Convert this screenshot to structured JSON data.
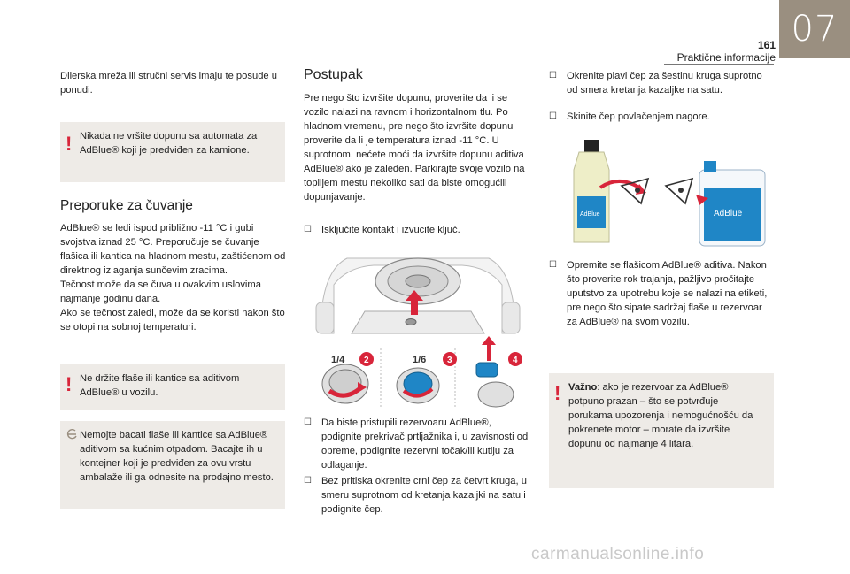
{
  "header": {
    "chapter_number": "07",
    "page_number": "161",
    "chapter_title": "Praktične informacije"
  },
  "col1": {
    "intro": "Dilerska mreža ili stručni servis imaju te posude u ponudi.",
    "warning1": "Nikada ne vršite dopunu sa automata za AdBlue® koji je predviđen za kamione.",
    "heading": "Preporuke za čuvanje",
    "storage_text": [
      "AdBlue® se ledi ispod približno -11 °C i gubi svojstva iznad 25 °C. Preporučuje se čuvanje flašica ili kantica na hladnom mestu, zaštićenom od direktnog izlaganja sunčevim zracima.",
      "Tečnost može da se čuva u ovakvim uslovima najmanje godinu dana.",
      "Ako se tečnost zaledi, može da se koristi nakon što se otopi na sobnoj temperaturi."
    ],
    "warning2": "Ne držite flaše ili kantice sa aditivom AdBlue® u vozilu.",
    "eco_note": "Nemojte bacati flaše ili kantice sa AdBlue® aditivom sa kućnim otpadom. Bacajte ih u kontejner koji je predviđen za ovu vrstu ambalaže ili ga odnesite na prodajno mesto."
  },
  "col2": {
    "heading": "Postupak",
    "intro": "Pre nego što izvršite dopunu, proverite da li se vozilo nalazi na ravnom i horizontalnom tlu. Po hladnom vremenu, pre nego što izvršite dopunu proverite da li je temperatura iznad -11 °C. U suprotnom, nećete moći da izvršite dopunu aditiva AdBlue® ako je zaleđen. Parkirajte svoje vozilo na toplijem mestu nekoliko sati da biste omogućili dopunjavanje.",
    "step1": "Isključite kontakt i izvucite ključ.",
    "step2": "Da biste pristupili rezervoaru AdBlue®, podignite prekrivač prtljažnika i, u zavisnosti od opreme, podignite rezervni točak/ili kutiju za odlaganje.",
    "step3": "Bez pritiska okrenite crni čep za četvrt kruga, u smeru suprotnom od kretanja kazaljki na satu i podignite čep.",
    "figure": {
      "label_quarter": "1/4",
      "label_sixth": "1/6",
      "badge2": "2",
      "badge3": "3",
      "badge4": "4"
    }
  },
  "col3": {
    "step4": "Okrenite plavi čep za šestinu kruga suprotno od smera kretanja kazaljke na satu.",
    "step5": "Skinite čep povlačenjem nagore.",
    "step6": "Opremite se flašicom AdBlue® aditiva. Nakon što proverite rok trajanja, pažljivo pročitajte uputstvo za upotrebu koje se nalazi na etiketi, pre nego što sipate sadržaj flaše u rezervoar za AdBlue® na svom vozilu.",
    "important_label": "Važno",
    "important_text": ": ako je rezervoar za AdBlue® potpuno prazan – što se potvrđuje porukama upozorenja i nemogućnošću da pokrenete motor – morate da izvršite dopunu od najmanje 4 litara.",
    "bottle_label": "AdBlue",
    "can_label": "AdBlue"
  },
  "bullet_symbol": "",
  "warning_symbol": "!",
  "watermark": "carmanualsonline.info",
  "colors": {
    "accent": "#9a8f80",
    "warning": "#d8253a",
    "box": "#eeebe7",
    "badge": "#d8253a",
    "cap_blue": "#1f86c6"
  }
}
